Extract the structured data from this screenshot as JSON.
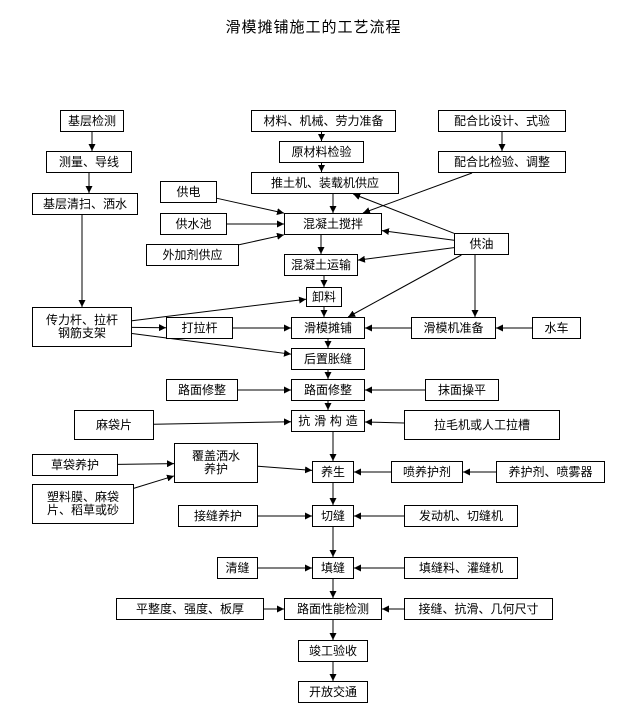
{
  "title": "滑模摊铺施工的工艺流程",
  "nodes": {
    "jcjc": "基层检测",
    "clzb": "材料、机械、劳力准备",
    "phbsj": "配合比设计、式验",
    "cldx": "测量、导线",
    "yclj": "原材料检验",
    "phbjy": "配合比检验、调整",
    "gd": "供电",
    "tt": "推土机、装载机供应",
    "jcqs": "基层清扫、洒水",
    "gsc": "供水池",
    "hnjb": "混凝土搅拌",
    "gy": "供油",
    "wjj": "外加剂供应",
    "hnys": "混凝土运输",
    "xl": "卸料",
    "cgg": "传力杆、拉杆\n钢筋支架",
    "dlg": "打拉杆",
    "hmtp": "滑模摊铺",
    "hmzb": "滑模机准备",
    "sc": "水车",
    "hzzf": "后置胀缝",
    "lmxz1": "路面修整",
    "lmxz2": "路面修整",
    "mjcp": "抹面操平",
    "mdp": "麻袋片",
    "khgz": "抗 滑 构 造",
    "lmj": "拉毛机或人工拉槽",
    "fgss": "覆盖洒水\n养护",
    "cdyh": "草袋养护",
    "ys": "养生",
    "pyhj": "喷养护剂",
    "yhj": "养护剂、喷雾器",
    "slm": "塑料膜、麻袋\n片、稻草或砂",
    "jfyh": "接缝养护",
    "qf": "切缝",
    "fdj": "发动机、切缝机",
    "qingf": "清缝",
    "tianf": "填缝",
    "tfl": "填缝料、灌缝机",
    "pzd": "平整度、强度、板厚",
    "lmxn": "路面性能检测",
    "jfkh": "接缝、抗滑、几何尺寸",
    "jgys": "竣工验收",
    "kfjt": "开放交通"
  },
  "edges": [
    [
      "jcjc",
      "cldx"
    ],
    [
      "cldx",
      "jcqs"
    ],
    [
      "jcqs",
      "cgg"
    ],
    [
      "clzb",
      "yclj"
    ],
    [
      "yclj",
      "tt"
    ],
    [
      "tt",
      "hnjb"
    ],
    [
      "phbsj",
      "phbjy"
    ],
    [
      "phbjy",
      "hnjb"
    ],
    [
      "gd",
      "hnjb"
    ],
    [
      "gsc",
      "hnjb"
    ],
    [
      "wjj",
      "hnjb"
    ],
    [
      "gy",
      "hnjb"
    ],
    [
      "gy",
      "tt"
    ],
    [
      "gy",
      "hnys"
    ],
    [
      "gy",
      "hmtp"
    ],
    [
      "gy",
      "hmzb"
    ],
    [
      "hnjb",
      "hnys"
    ],
    [
      "hnys",
      "xl"
    ],
    [
      "xl",
      "hmtp"
    ],
    [
      "cgg",
      "xl"
    ],
    [
      "cgg",
      "dlg"
    ],
    [
      "cgg",
      "hzzf"
    ],
    [
      "dlg",
      "hmtp"
    ],
    [
      "hmzb",
      "hmtp"
    ],
    [
      "sc",
      "hmzb"
    ],
    [
      "hmtp",
      "hzzf"
    ],
    [
      "hzzf",
      "lmxz2"
    ],
    [
      "lmxz1",
      "lmxz2"
    ],
    [
      "mjcp",
      "lmxz2"
    ],
    [
      "lmxz2",
      "khgz"
    ],
    [
      "mdp",
      "khgz"
    ],
    [
      "lmj",
      "khgz"
    ],
    [
      "khgz",
      "ys"
    ],
    [
      "cdyh",
      "fgss"
    ],
    [
      "slm",
      "fgss"
    ],
    [
      "fgss",
      "ys"
    ],
    [
      "pyhj",
      "ys"
    ],
    [
      "yhj",
      "pyhj"
    ],
    [
      "ys",
      "qf"
    ],
    [
      "jfyh",
      "qf"
    ],
    [
      "fdj",
      "qf"
    ],
    [
      "qf",
      "tianf"
    ],
    [
      "qingf",
      "tianf"
    ],
    [
      "tfl",
      "tianf"
    ],
    [
      "tianf",
      "lmxn"
    ],
    [
      "pzd",
      "lmxn"
    ],
    [
      "jfkh",
      "lmxn"
    ],
    [
      "lmxn",
      "jgys"
    ],
    [
      "jgys",
      "kfjt"
    ]
  ]
}
